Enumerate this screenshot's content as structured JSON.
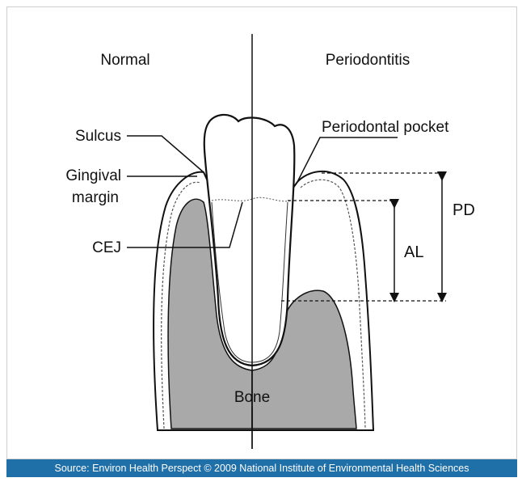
{
  "headings": {
    "left": "Normal",
    "right": "Periodontitis"
  },
  "labels": {
    "sulcus": "Sulcus",
    "gingival_margin_line1": "Gingival",
    "gingival_margin_line2": "margin",
    "cej": "CEJ",
    "periodontal_pocket": "Periodontal pocket",
    "pd": "PD",
    "al": "AL",
    "bone": "Bone"
  },
  "footer": {
    "source": "Source: Environ Health Perspect © 2009 National Institute of Environmental Health Sciences"
  },
  "colors": {
    "bone_fill": "#a9a9a9",
    "line": "#111111",
    "footer_bg": "#1f6fa8"
  }
}
